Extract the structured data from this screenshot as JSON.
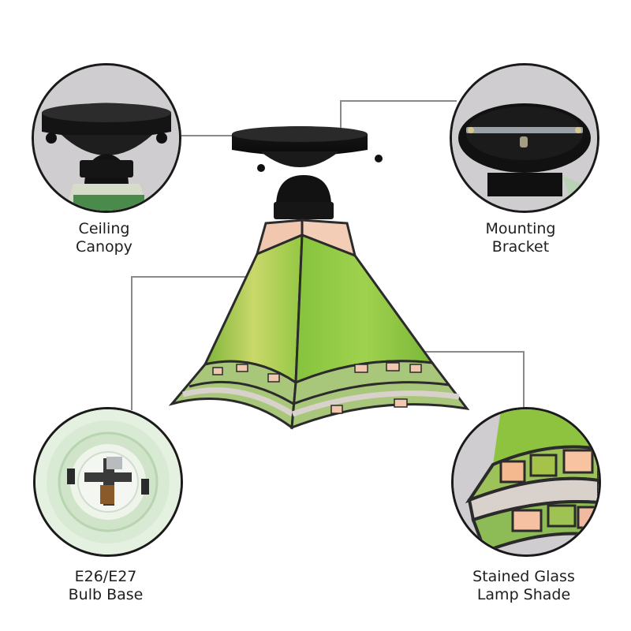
{
  "callouts": [
    {
      "id": "ceiling-canopy",
      "label_line1": "Ceiling",
      "label_line2": "Canopy"
    },
    {
      "id": "mounting-bracket",
      "label_line1": "Mounting",
      "label_line2": "Bracket"
    },
    {
      "id": "bulb-base",
      "label_line1": "E26/E27",
      "label_line2": "Bulb Base"
    },
    {
      "id": "lamp-shade",
      "label_line1": "Stained Glass",
      "label_line2": "Lamp Shade"
    }
  ],
  "colors": {
    "background": "#ffffff",
    "circle_bg": "#cfcdcf",
    "circle_border": "#1a1a1a",
    "leader_line": "#8a8a8a",
    "metal_black": "#141414",
    "glass_green": "#8fc43a",
    "glass_yellow": "#d8df6a",
    "glass_pink": "#f1c7b0",
    "lead_came": "#2b2b2b",
    "socket_mint": "#dfeedd"
  }
}
